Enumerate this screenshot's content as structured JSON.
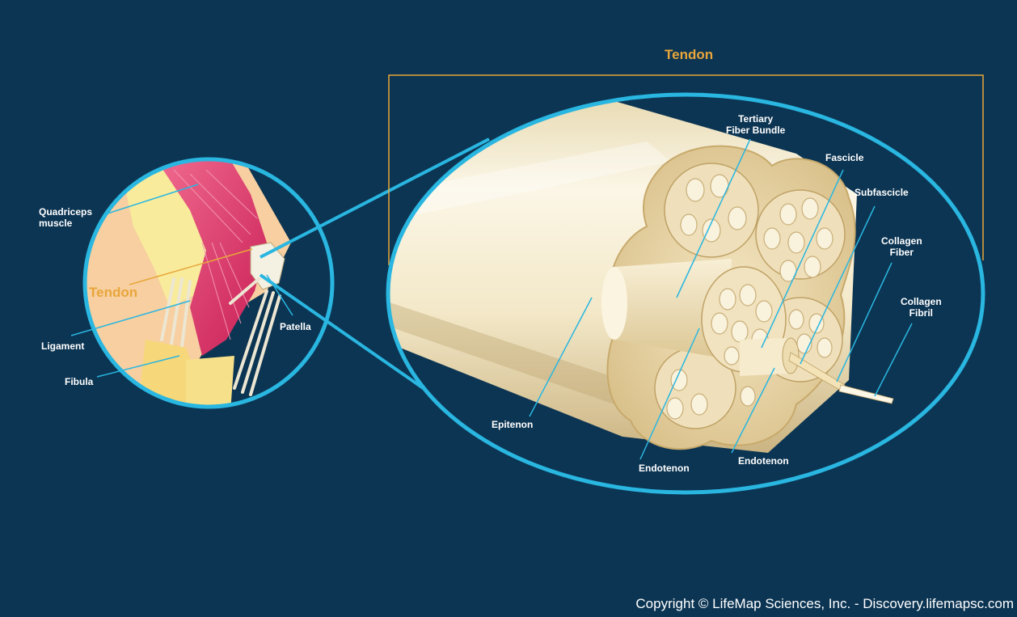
{
  "colors": {
    "background": "#0c3553",
    "accent_orange": "#e8a63b",
    "callout_blue": "#29b6e0",
    "tendon_cream": "#f6eccf",
    "muscle_pink": "#e0356a"
  },
  "knee_inset": {
    "title": "Tendon",
    "labels": {
      "quadriceps": [
        "Quadriceps",
        "muscle"
      ],
      "ligament": "Ligament",
      "fibula": "Fibula",
      "patella": "Patella"
    }
  },
  "tendon_detail": {
    "title": "Tendon",
    "labels": {
      "tertiary": [
        "Tertiary",
        "Fiber Bundle"
      ],
      "fascicle": "Fascicle",
      "subfascicle": "Subfascicle",
      "collagen_fiber": [
        "Collagen",
        "Fiber"
      ],
      "collagen_fibril": [
        "Collagen",
        "Fibril"
      ],
      "epitenon": "Epitenon",
      "endotenon_1": "Endotenon",
      "endotenon_2": "Endotenon"
    }
  },
  "copyright": "Copyright © LifeMap Sciences, Inc. - Discovery.lifemapsc.com"
}
